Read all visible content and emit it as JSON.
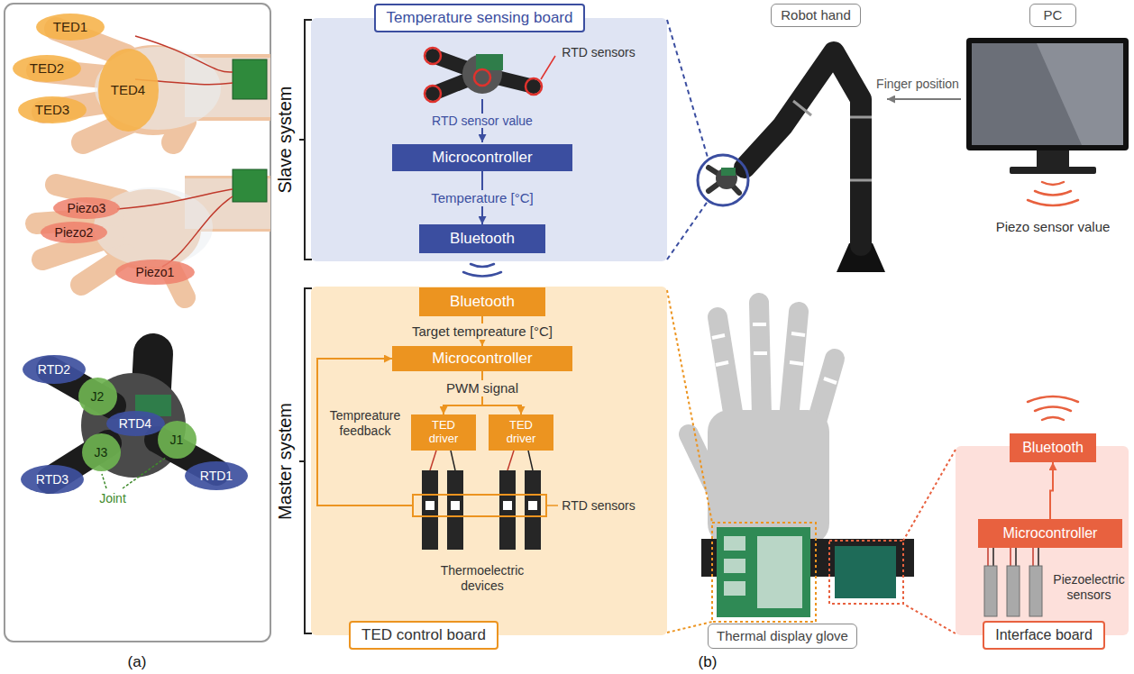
{
  "diagram": {
    "nodes": [
      {
        "text": [
          "TED1"
        ]
      },
      {
        "text": [
          "TED2"
        ]
      },
      {
        "text": [
          "TED3"
        ]
      },
      {
        "text": [
          "TED4"
        ]
      },
      {
        "text": [
          "Piezo3"
        ]
      },
      {
        "text": [
          "Piezo2"
        ]
      },
      {
        "text": [
          "Piezo1"
        ]
      },
      {
        "text": [
          "RTD2"
        ]
      },
      {
        "text": [
          "J2"
        ]
      },
      {
        "text": [
          "RTD4"
        ]
      },
      {
        "text": [
          "J3"
        ]
      },
      {
        "text": [
          "J1"
        ]
      },
      {
        "text": [
          "RTD1"
        ]
      },
      {
        "text": [
          "RTD3"
        ]
      },
      {
        "text": [
          "Temperature sensing board"
        ]
      },
      {
        "text": [
          "Microcontroller"
        ],
        "in": 14
      },
      {
        "text": [
          "Bluetooth"
        ],
        "in": 14
      },
      {
        "text": [
          "Robot hand"
        ]
      },
      {
        "text": [
          "PC"
        ]
      },
      {
        "text": [
          "TED control board"
        ]
      },
      {
        "text": [
          "Bluetooth"
        ],
        "in": 19
      },
      {
        "text": [
          "Microcontroller"
        ],
        "in": 19
      },
      {
        "text": [
          "TED driver"
        ],
        "in": 19
      },
      {
        "text": [
          "TED driver"
        ],
        "in": 19
      },
      {
        "text": [
          "Thermal display glove"
        ]
      },
      {
        "text": [
          "Interface board"
        ]
      },
      {
        "text": [
          "Bluetooth"
        ],
        "in": 25
      },
      {
        "text": [
          "Microcontroller"
        ],
        "in": 25
      }
    ],
    "edges": [
      {
        "from": 15,
        "to": 16,
        "label": "Temperature [°C]",
        "arrow": "to"
      },
      {
        "from": 20,
        "to": 21,
        "label": "Target tempreature [°C]",
        "arrow": "to"
      },
      {
        "from": 21,
        "to": 22,
        "label": "PWM signal",
        "arrow": "to"
      },
      {
        "from": 21,
        "to": 23,
        "arrow": "to"
      },
      {
        "from": 27,
        "to": 26,
        "arrow": "to"
      }
    ],
    "labels": [
      "Joint",
      "(a)",
      "Slave system",
      "RTD sensors",
      "RTD sensor value",
      "Finger position",
      "Piezo sensor value",
      "Master system",
      "Tempreature feedback",
      "RTD sensors",
      "Thermoelectric devices",
      "Piezoelectric sensors",
      "(b)"
    ]
  }
}
